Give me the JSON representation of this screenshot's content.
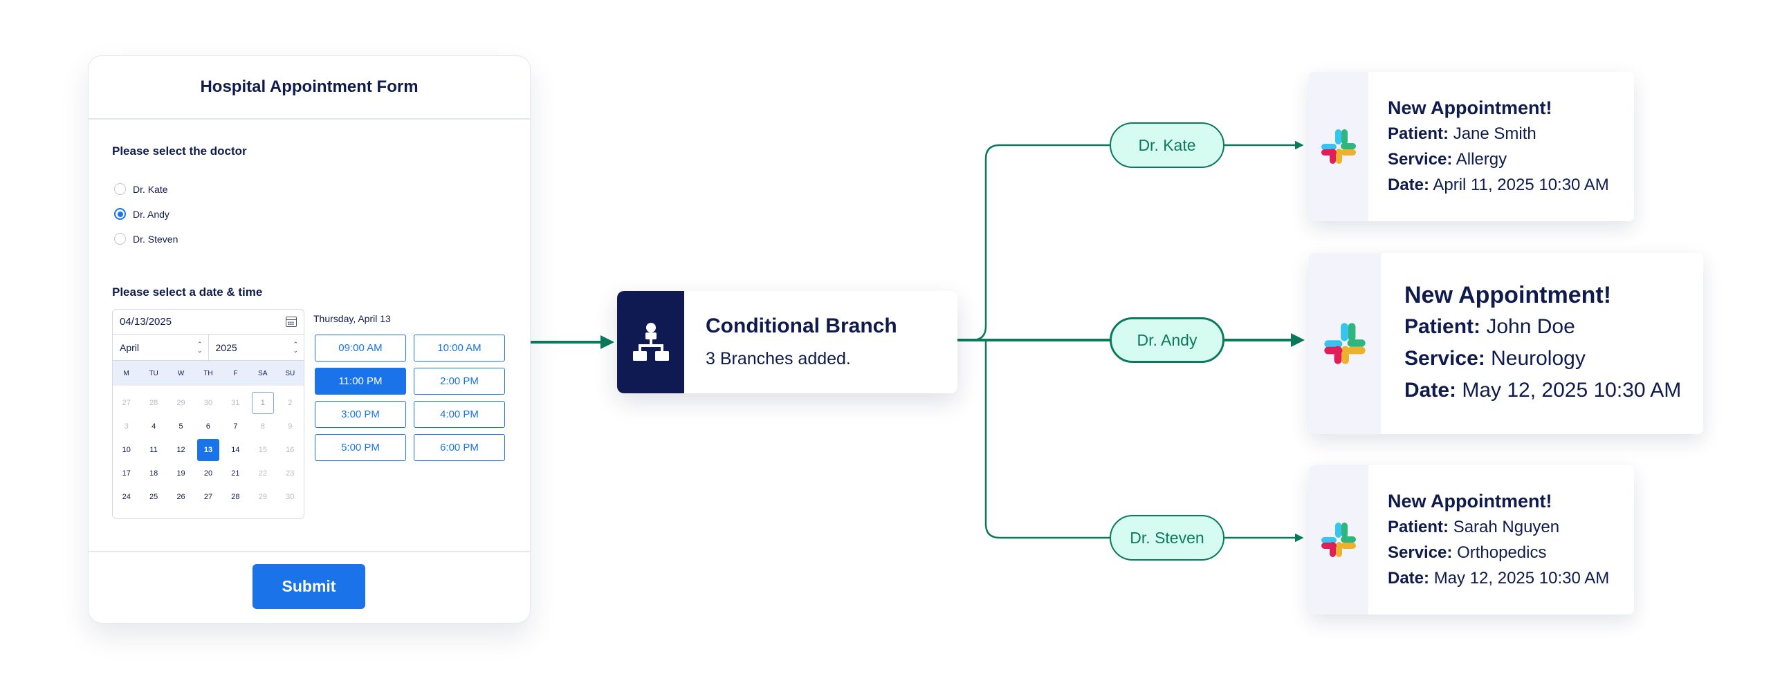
{
  "form": {
    "title": "Hospital Appointment Form",
    "doctor_question": "Please select the doctor",
    "doctors": [
      {
        "label": "Dr. Kate",
        "checked": false
      },
      {
        "label": "Dr. Andy",
        "checked": true
      },
      {
        "label": "Dr. Steven",
        "checked": false
      }
    ],
    "datetime_question": "Please select a date & time",
    "calendar": {
      "date_value": "04/13/2025",
      "month": "April",
      "year": "2025",
      "weekdays": [
        "M",
        "TU",
        "W",
        "TH",
        "F",
        "SA",
        "SU"
      ],
      "days": [
        {
          "d": "27",
          "s": "muted"
        },
        {
          "d": "28",
          "s": "muted"
        },
        {
          "d": "29",
          "s": "muted"
        },
        {
          "d": "30",
          "s": "muted"
        },
        {
          "d": "31",
          "s": "muted"
        },
        {
          "d": "1",
          "s": "today"
        },
        {
          "d": "2",
          "s": "muted"
        },
        {
          "d": "3",
          "s": "muted"
        },
        {
          "d": "4",
          "s": ""
        },
        {
          "d": "5",
          "s": ""
        },
        {
          "d": "6",
          "s": ""
        },
        {
          "d": "7",
          "s": ""
        },
        {
          "d": "8",
          "s": "muted"
        },
        {
          "d": "9",
          "s": "muted"
        },
        {
          "d": "10",
          "s": ""
        },
        {
          "d": "11",
          "s": ""
        },
        {
          "d": "12",
          "s": ""
        },
        {
          "d": "13",
          "s": "selected"
        },
        {
          "d": "14",
          "s": ""
        },
        {
          "d": "15",
          "s": "muted"
        },
        {
          "d": "16",
          "s": "muted"
        },
        {
          "d": "17",
          "s": ""
        },
        {
          "d": "18",
          "s": ""
        },
        {
          "d": "19",
          "s": ""
        },
        {
          "d": "20",
          "s": ""
        },
        {
          "d": "21",
          "s": ""
        },
        {
          "d": "22",
          "s": "muted"
        },
        {
          "d": "23",
          "s": "muted"
        },
        {
          "d": "24",
          "s": ""
        },
        {
          "d": "25",
          "s": ""
        },
        {
          "d": "26",
          "s": ""
        },
        {
          "d": "27",
          "s": ""
        },
        {
          "d": "28",
          "s": ""
        },
        {
          "d": "29",
          "s": "muted"
        },
        {
          "d": "30",
          "s": "muted"
        }
      ]
    },
    "time_heading": "Thursday, April 13",
    "time_slots": [
      {
        "label": "09:00 AM",
        "selected": false
      },
      {
        "label": "10:00 AM",
        "selected": false
      },
      {
        "label": "11:00 PM",
        "selected": true
      },
      {
        "label": "2:00 PM",
        "selected": false
      },
      {
        "label": "3:00 PM",
        "selected": false
      },
      {
        "label": "4:00 PM",
        "selected": false
      },
      {
        "label": "5:00 PM",
        "selected": false
      },
      {
        "label": "6:00 PM",
        "selected": false
      }
    ],
    "submit_label": "Submit"
  },
  "branch": {
    "title": "Conditional Branch",
    "subtitle": "3 Branches added.",
    "icon": "sitemap-icon"
  },
  "branches": [
    {
      "doctor": "Dr. Kate",
      "active": false
    },
    {
      "doctor": "Dr. Andy",
      "active": true
    },
    {
      "doctor": "Dr. Steven",
      "active": false
    }
  ],
  "messages": [
    {
      "title": "New Appointment!",
      "patient_label": "Patient:",
      "patient": "Jane Smith",
      "service_label": "Service:",
      "service": "Allergy",
      "date_label": "Date:",
      "date": "April 11, 2025  10:30 AM"
    },
    {
      "title": "New Appointment!",
      "patient_label": "Patient:",
      "patient": "John Doe",
      "service_label": "Service:",
      "service": "Neurology",
      "date_label": "Date:",
      "date": "May 12, 2025  10:30 AM"
    },
    {
      "title": "New Appointment!",
      "patient_label": "Patient:",
      "patient": "Sarah Nguyen",
      "service_label": "Service:",
      "service": "Orthopedics",
      "date_label": "Date:",
      "date": "May 12, 2025  10:30 AM"
    }
  ],
  "colors": {
    "primary_blue": "#1a73e8",
    "navy": "#0f1a52",
    "connector_green": "#0a7a5c",
    "pill_fill": "#d6fbf1",
    "slack_blue": "#36c5f0",
    "slack_green": "#2eb67d",
    "slack_yellow": "#ecb22e",
    "slack_red": "#e01e5a"
  },
  "message_icon": "slack-icon"
}
